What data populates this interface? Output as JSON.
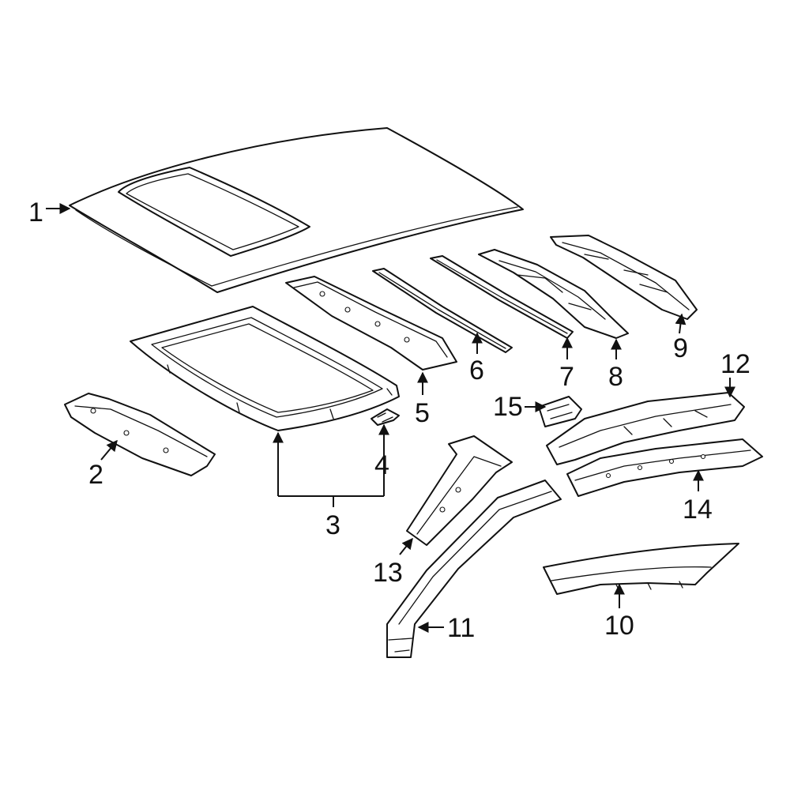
{
  "diagram": {
    "highlight_color": "#2233a8",
    "line_color": "#111111",
    "background_color": "#ffffff",
    "callouts": [
      {
        "id": "1",
        "label": "1"
      },
      {
        "id": "2",
        "label": "2"
      },
      {
        "id": "3",
        "label": "3"
      },
      {
        "id": "4",
        "label": "4"
      },
      {
        "id": "5",
        "label": "5"
      },
      {
        "id": "6",
        "label": "6"
      },
      {
        "id": "7",
        "label": "7"
      },
      {
        "id": "8",
        "label": "8"
      },
      {
        "id": "9",
        "label": "9",
        "highlighted": true
      },
      {
        "id": "10",
        "label": "10"
      },
      {
        "id": "11",
        "label": "11"
      },
      {
        "id": "12",
        "label": "12"
      },
      {
        "id": "13",
        "label": "13"
      },
      {
        "id": "14",
        "label": "14"
      },
      {
        "id": "15",
        "label": "15"
      }
    ]
  }
}
